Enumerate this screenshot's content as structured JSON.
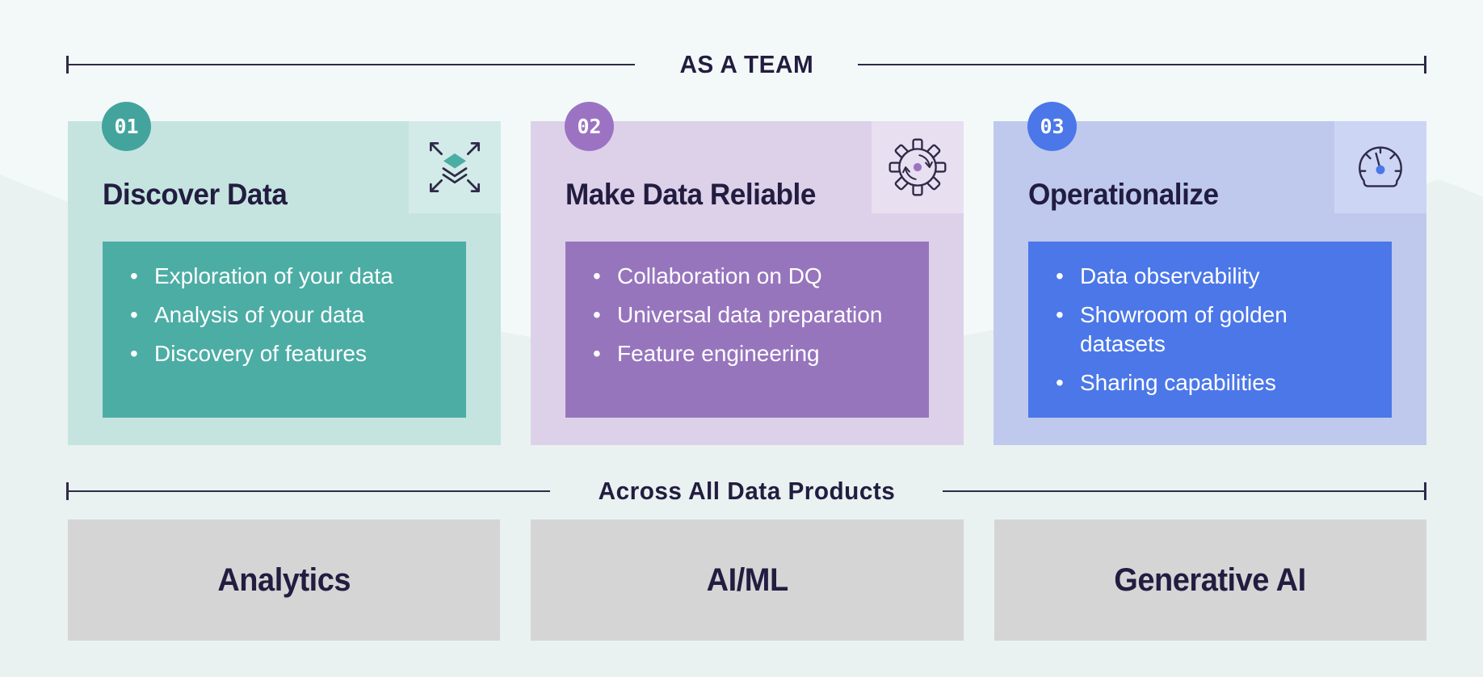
{
  "top_divider": {
    "label": "AS A TEAM"
  },
  "cards": [
    {
      "number": "01",
      "title": "Discover Data",
      "icon": "expand-layers-icon",
      "bullets": [
        "Exploration of your data",
        "Analysis of your data",
        "Discovery of features"
      ]
    },
    {
      "number": "02",
      "title": "Make Data Reliable",
      "icon": "gear-sync-icon",
      "bullets": [
        "Collaboration on DQ",
        "Universal data preparation",
        "Feature engineering"
      ]
    },
    {
      "number": "03",
      "title": "Operationalize",
      "icon": "gauge-icon",
      "bullets": [
        "Data observability",
        "Showroom of golden datasets",
        "Sharing capabilities"
      ]
    }
  ],
  "mid_divider": {
    "label": "Across All Data Products"
  },
  "products": [
    {
      "label": "Analytics"
    },
    {
      "label": "AI/ML"
    },
    {
      "label": "Generative AI"
    }
  ],
  "colors": {
    "background_top": "#f3f9f8",
    "background_wave": "#e9f2f0",
    "text_navy": "#221d40",
    "divider_line": "#2e2a47",
    "card1_bg": "#c5e4e0",
    "card1_box": "#4cada5",
    "card1_badge": "#43a49d",
    "card1_icon_bg": "#d3ebe8",
    "card2_bg": "#ddd1e9",
    "card2_box": "#9775bd",
    "card2_badge": "#9c73c3",
    "card2_icon_bg": "#e8dff1",
    "card3_bg": "#bfc9ee",
    "card3_box": "#4b77e8",
    "card3_badge": "#4b77e8",
    "card3_icon_bg": "#ccd5f4",
    "product_box_bg": "#d6d5d6",
    "bullet_text": "#ffffff"
  }
}
